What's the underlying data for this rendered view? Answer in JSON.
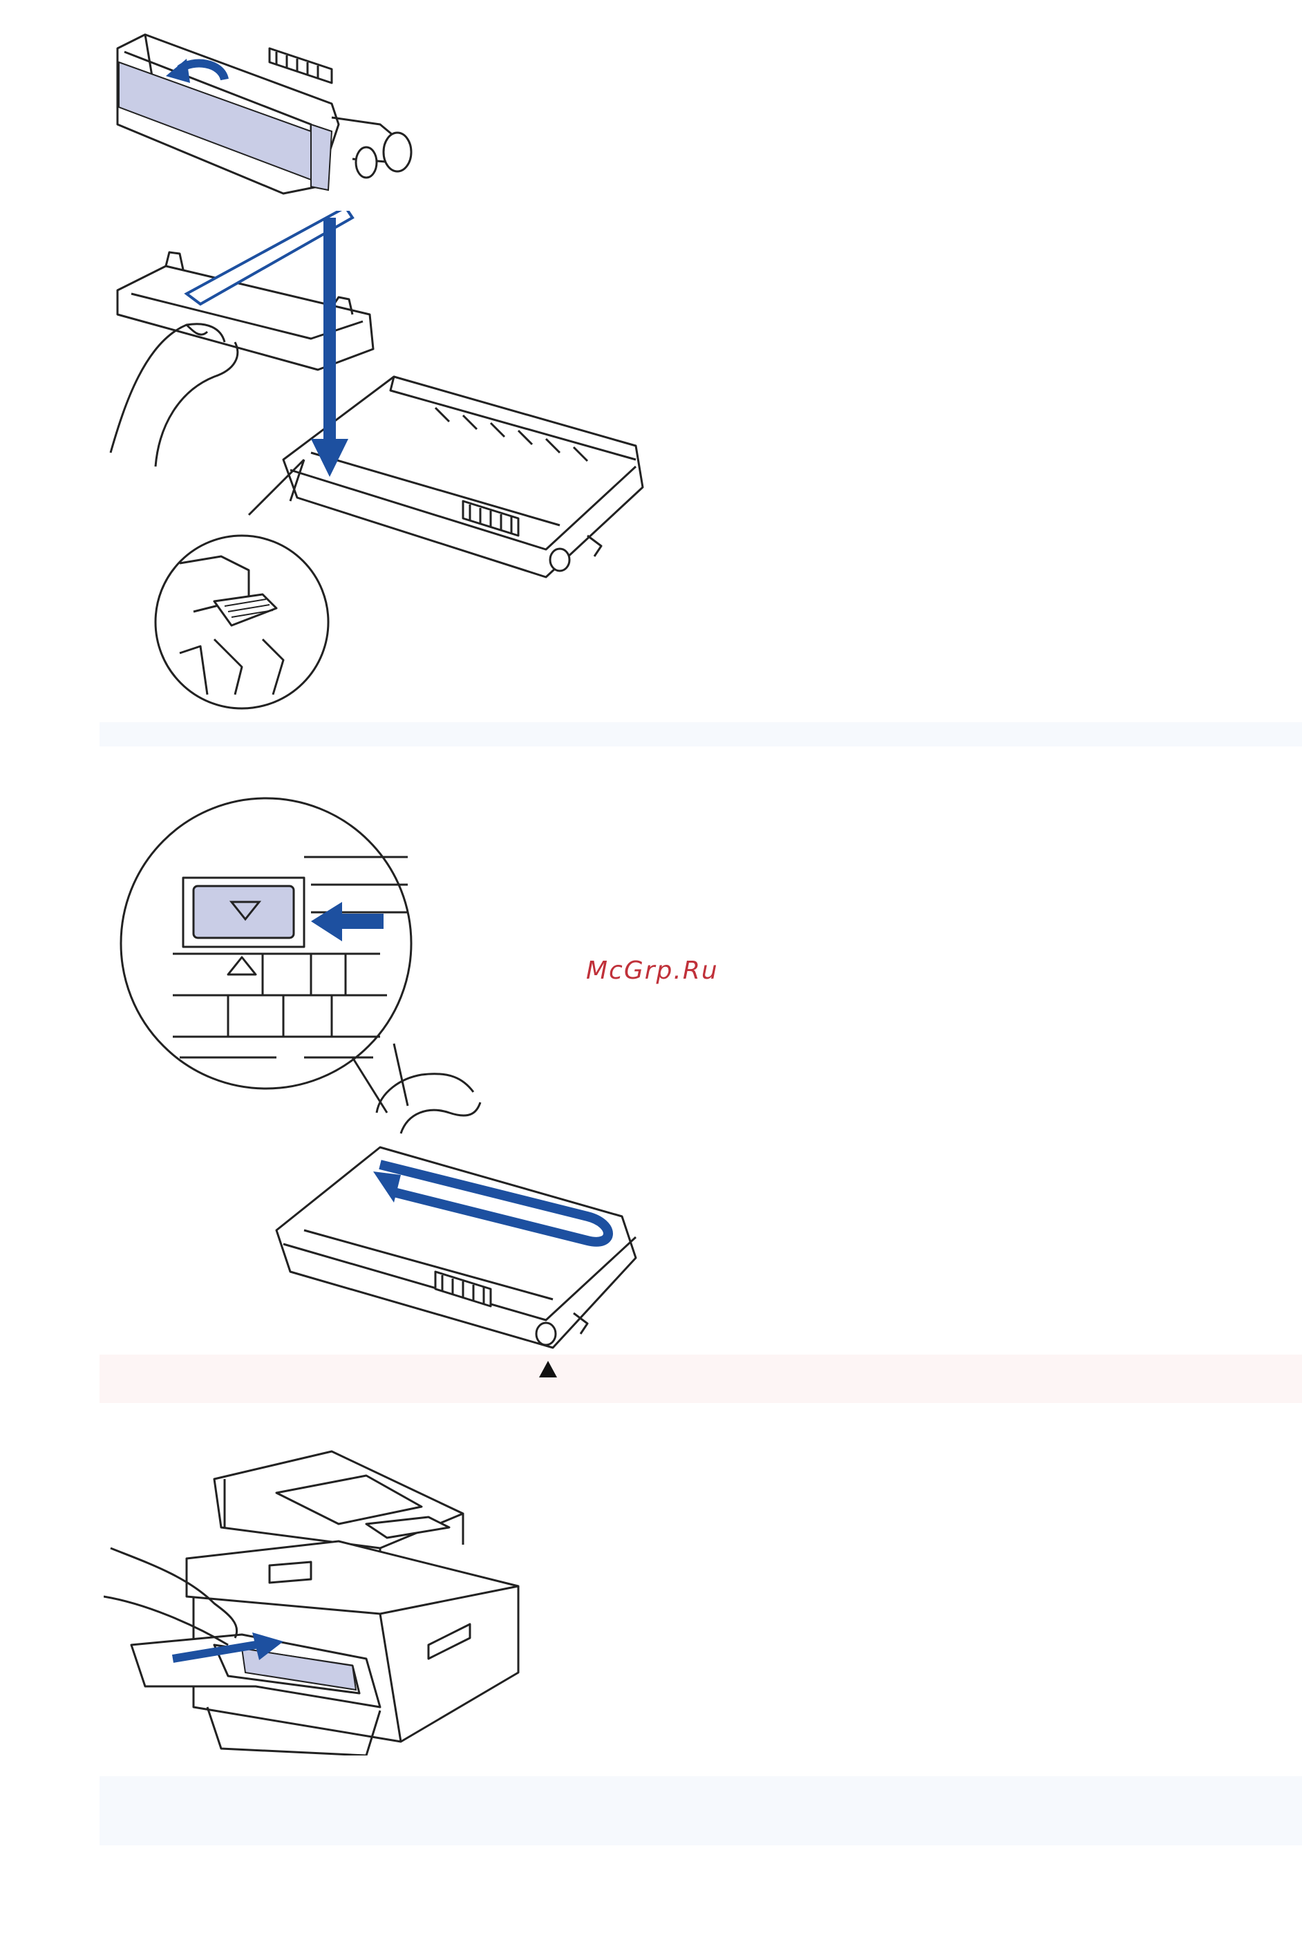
{
  "watermark": {
    "text": "McGrp.Ru"
  },
  "figures": [
    {
      "name": "toner-cartridge-wipe-illustration"
    },
    {
      "name": "insert-toner-into-drum-illustration"
    },
    {
      "name": "slide-green-tab-illustration"
    },
    {
      "name": "install-drum-into-machine-illustration"
    }
  ],
  "colors": {
    "accent_blue": "#1d50a0",
    "outline": "#222222",
    "note_strip_blue": "#f6f9fd",
    "note_strip_red": "#fdf5f5",
    "watermark": "#c0313a"
  },
  "icons": {
    "warning": "warning-icon"
  }
}
